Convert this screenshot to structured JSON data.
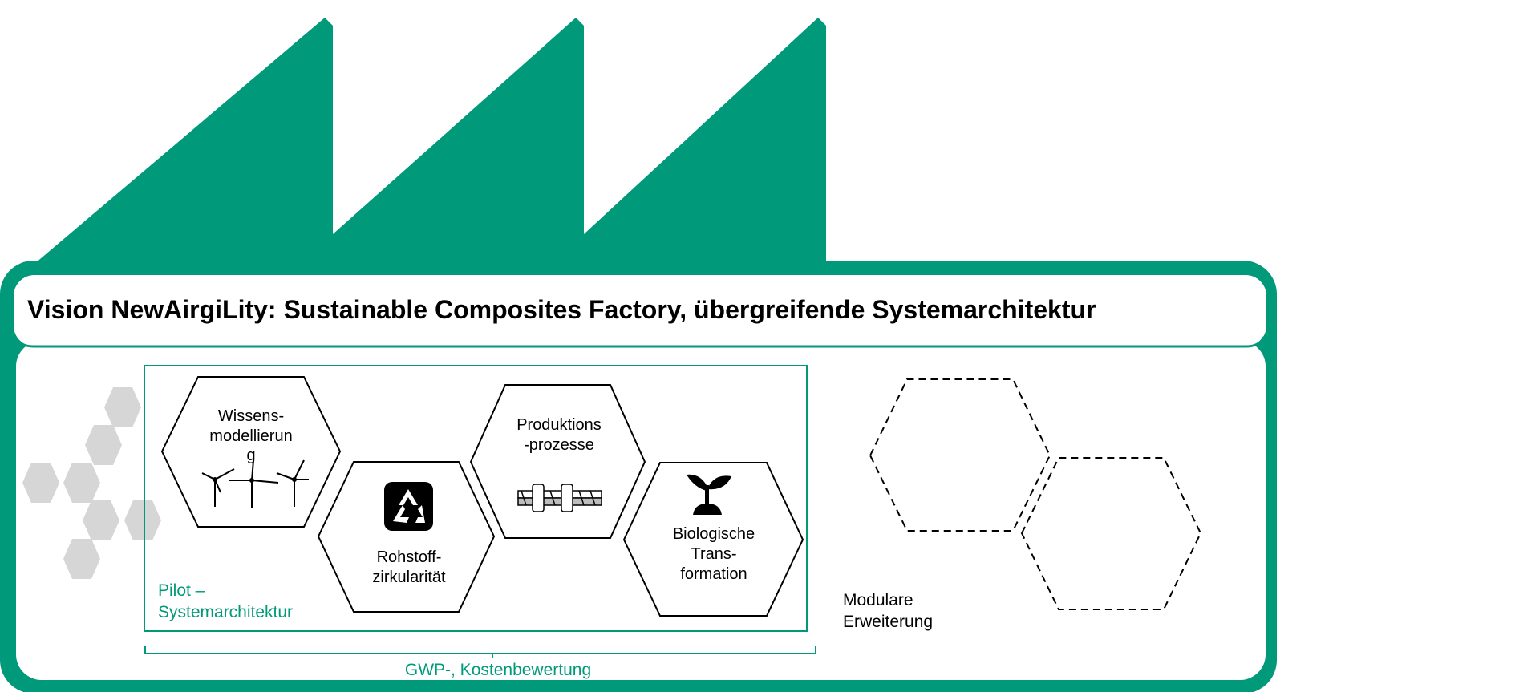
{
  "title": "Vision NewAirgiLity: Sustainable Composites Factory, übergreifende Systemarchitektur",
  "colors": {
    "brand_green": "#009a7a",
    "deco_grey": "#d6d6d6",
    "outline": "#000000",
    "background": "#ffffff"
  },
  "pilot": {
    "label_line1": "Pilot –",
    "label_line2": "Systemarchitektur"
  },
  "modules": [
    {
      "lines": [
        "Wissens-",
        "modellierun",
        "g"
      ],
      "icon": "wind-turbines-icon"
    },
    {
      "lines": [
        "Rohstoff-",
        "zirkularität"
      ],
      "icon": "recycle-icon"
    },
    {
      "lines": [
        "Produktions",
        "-prozesse"
      ],
      "icon": "rivet-joint-icon"
    },
    {
      "lines": [
        "Biologische",
        "Trans-",
        "formation"
      ],
      "icon": "seedling-icon"
    }
  ],
  "extension": {
    "label_line1": "Modulare",
    "label_line2": "Erweiterung"
  },
  "bracket_label": "GWP-, Kostenbewertung"
}
